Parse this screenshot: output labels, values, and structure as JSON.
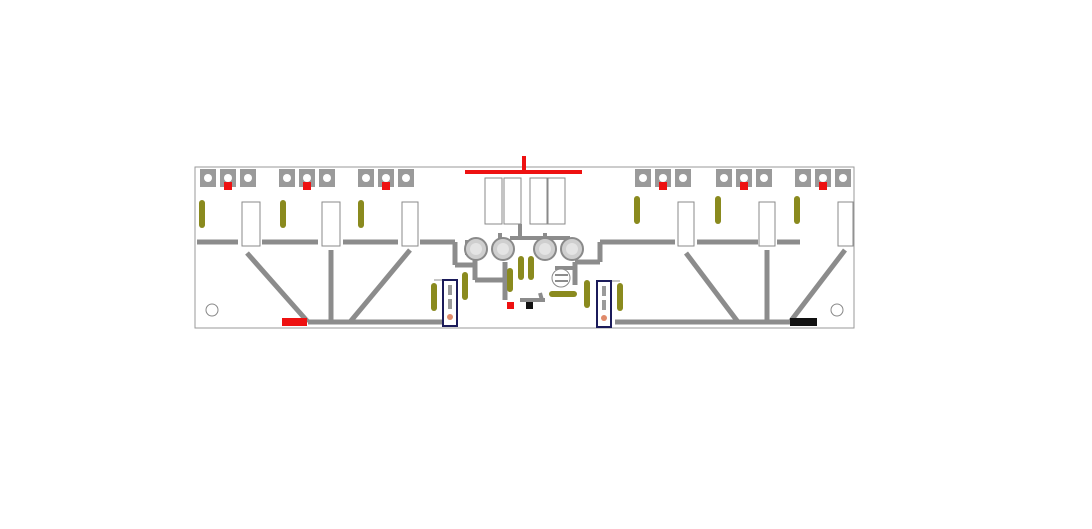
{
  "diagram": {
    "kind": "pcb-layout",
    "colors": {
      "background": "#ffffff",
      "board_fill": "#ffffff",
      "board_outline": "#9a9a9a",
      "trace": "#8c8c8c",
      "transistor_pad": "#9a9a9a",
      "transistor_hole": "#ffffff",
      "red_marker": "#ee1111",
      "black_marker": "#111111",
      "capacitor": "#8a8a1e",
      "resistor_fill": "#ffffff",
      "resistor_outline": "#8a8a8a",
      "bridge_outline": "#1b1b5a",
      "bridge_pad": "#e08a6a",
      "mount_hole": "#888888"
    },
    "components": {
      "transistor_groups": 6,
      "power_resistors": 10,
      "capacitors": 13,
      "round_devices": 4,
      "trim_blocks": 2,
      "mount_holes": 2
    }
  }
}
